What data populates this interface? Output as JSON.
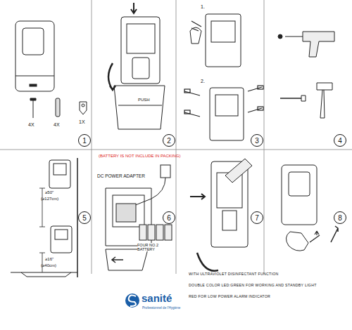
{
  "diagram": {
    "nodes": [
      {
        "text": [
          "1"
        ]
      },
      {
        "text": [
          "2"
        ]
      },
      {
        "text": [
          "3"
        ]
      },
      {
        "text": [
          "4"
        ]
      },
      {
        "text": [
          "5"
        ]
      },
      {
        "text": [
          "6"
        ]
      },
      {
        "text": [
          "7"
        ]
      },
      {
        "text": [
          "8"
        ]
      }
    ],
    "labels": [
      "4X",
      "4X",
      "1X",
      "PUSH",
      "1.",
      "2.",
      "≥50\"",
      "(≥127cm)",
      "≥16\"",
      "(≥40cm)",
      "(BATTERY IS NOT INCLUDE IN PACKING)",
      "DC POWER ADAPTER",
      "FOUR NO.2 BATTERY",
      "WITH ULTRAVIOLET DISINFECTANT FUNCTION",
      "DOUBLE COLOR LED:GREEN FOR WORKING AND STANDBY LIGHT",
      "RED FOR LOW POWER ALARM INDICATOR",
      "sanité",
      "Professionnel de l'Hygiène"
    ]
  }
}
